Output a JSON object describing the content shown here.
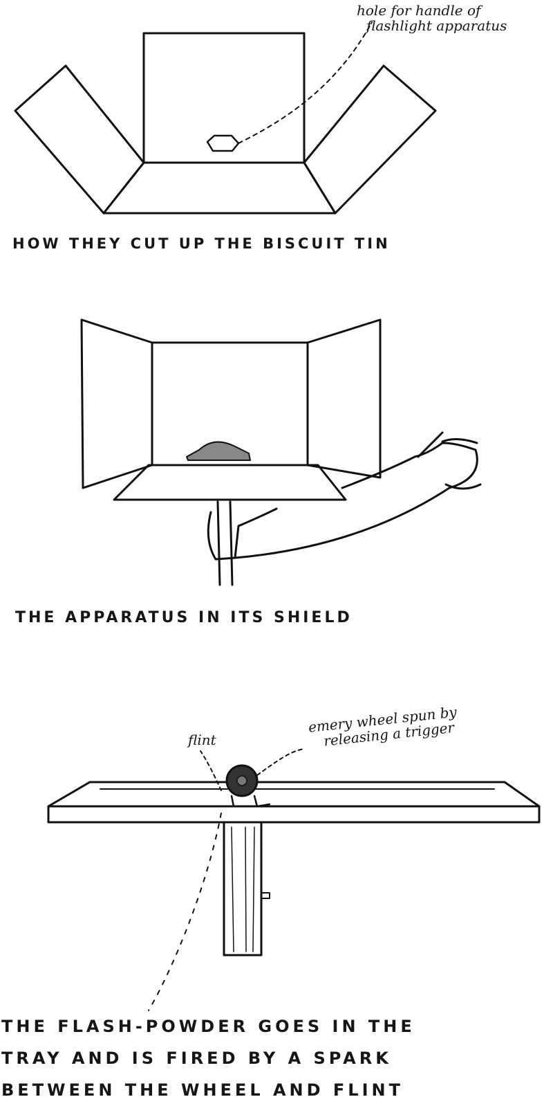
{
  "figure1": {
    "annotation_line1": "hole for handle of",
    "annotation_line2": "flashlight apparatus",
    "caption": "HOW THEY CUT UP THE BISCUIT TIN"
  },
  "figure2": {
    "caption": "THE APPARATUS IN ITS SHIELD"
  },
  "figure3": {
    "label_flint": "flint",
    "label_wheel_line1": "emery wheel spun by",
    "label_wheel_line2": "releasing a trigger",
    "caption_line1": "THE FLASH-POWDER GOES IN THE",
    "caption_line2": "TRAY AND IS FIRED BY A SPARK",
    "caption_line3": "BETWEEN THE WHEEL AND FLINT"
  }
}
